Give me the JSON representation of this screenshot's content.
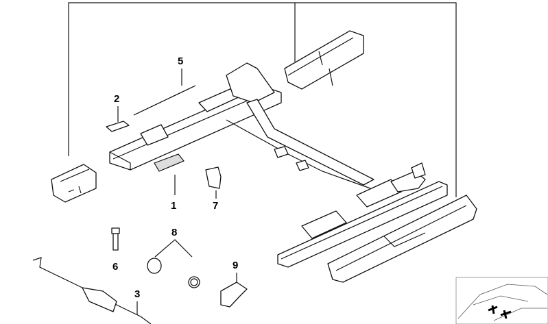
{
  "diagram": {
    "callouts": {
      "c1": "1",
      "c2": "2",
      "c3": "3",
      "c5": "5",
      "c6": "6",
      "c7": "7",
      "c8": "8",
      "c9": "9"
    }
  }
}
